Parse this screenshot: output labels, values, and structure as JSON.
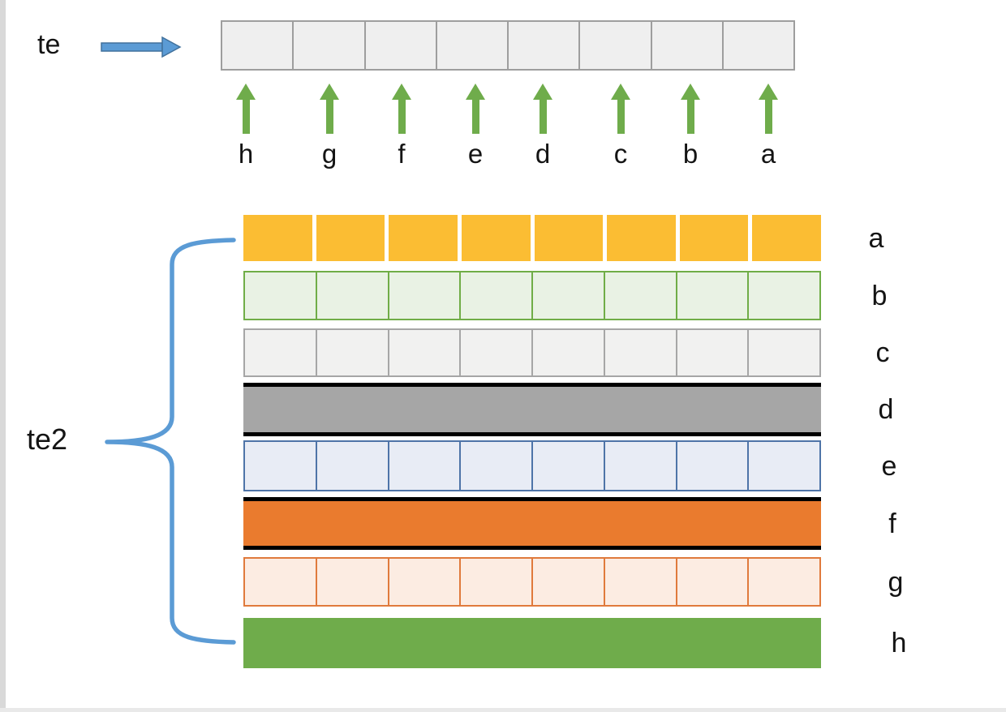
{
  "top": {
    "label": "te",
    "arrow_color": "#5b9bd5",
    "arrow_outline": "#41719c",
    "cells": {
      "count": 8,
      "fill": "#efefef",
      "border": "#9e9e9e"
    },
    "pointer_color": "#6fac4b",
    "pointers": [
      "h",
      "g",
      "f",
      "e",
      "d",
      "c",
      "b",
      "a"
    ]
  },
  "bottom": {
    "label": "te2",
    "brace_color": "#5b9bd5",
    "rows": [
      {
        "label": "a",
        "type": "segmented-gap",
        "fill": "#fbbd33",
        "segments": 8
      },
      {
        "label": "b",
        "type": "segmented-border",
        "fill": "#e9f2e4",
        "border": "#70ad47",
        "segments": 8
      },
      {
        "label": "c",
        "type": "segmented-border",
        "fill": "#f1f1f0",
        "border": "#a6a6a6",
        "segments": 8
      },
      {
        "label": "d",
        "type": "solid-black-edges",
        "fill": "#a6a6a6",
        "border": "#000000"
      },
      {
        "label": "e",
        "type": "segmented-border",
        "fill": "#e8ecf5",
        "border": "#4e74a8",
        "segments": 8
      },
      {
        "label": "f",
        "type": "solid-black-edges",
        "fill": "#ea7b2e",
        "border": "#000000"
      },
      {
        "label": "g",
        "type": "segmented-border",
        "fill": "#fcece2",
        "border": "#e07a3c",
        "segments": 8
      },
      {
        "label": "h",
        "type": "solid",
        "fill": "#6fac4b"
      }
    ]
  }
}
